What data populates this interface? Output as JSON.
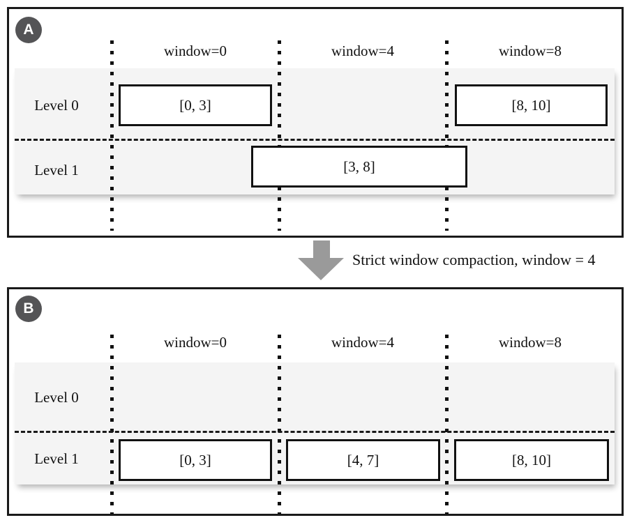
{
  "colors": {
    "panel_border": "#1a1a1a",
    "badge_background": "#545456",
    "badge_text": "#ffffff",
    "row_band_background": "#f4f4f4",
    "run_box_background": "#ffffff",
    "run_box_border": "#111111",
    "arrow_fill": "#9a9a9a",
    "text": "#111111"
  },
  "transition": {
    "caption": "Strict window compaction, window = 4"
  },
  "panels": [
    {
      "badge": "A",
      "column_labels": [
        "window=0",
        "window=4",
        "window=8"
      ],
      "row_labels": [
        "Level 0",
        "Level 1"
      ],
      "runs": [
        {
          "label": "[0, 3]",
          "level": "Level 0",
          "window": "window=0"
        },
        {
          "label": "[8, 10]",
          "level": "Level 0",
          "window": "window=8"
        },
        {
          "label": "[3, 8]",
          "level": "Level 1",
          "window": "window=0 to window=8"
        }
      ]
    },
    {
      "badge": "B",
      "column_labels": [
        "window=0",
        "window=4",
        "window=8"
      ],
      "row_labels": [
        "Level 0",
        "Level 1"
      ],
      "runs": [
        {
          "label": "[0, 3]",
          "level": "Level 1",
          "window": "window=0"
        },
        {
          "label": "[4, 7]",
          "level": "Level 1",
          "window": "window=4"
        },
        {
          "label": "[8, 10]",
          "level": "Level 1",
          "window": "window=8"
        }
      ]
    }
  ]
}
